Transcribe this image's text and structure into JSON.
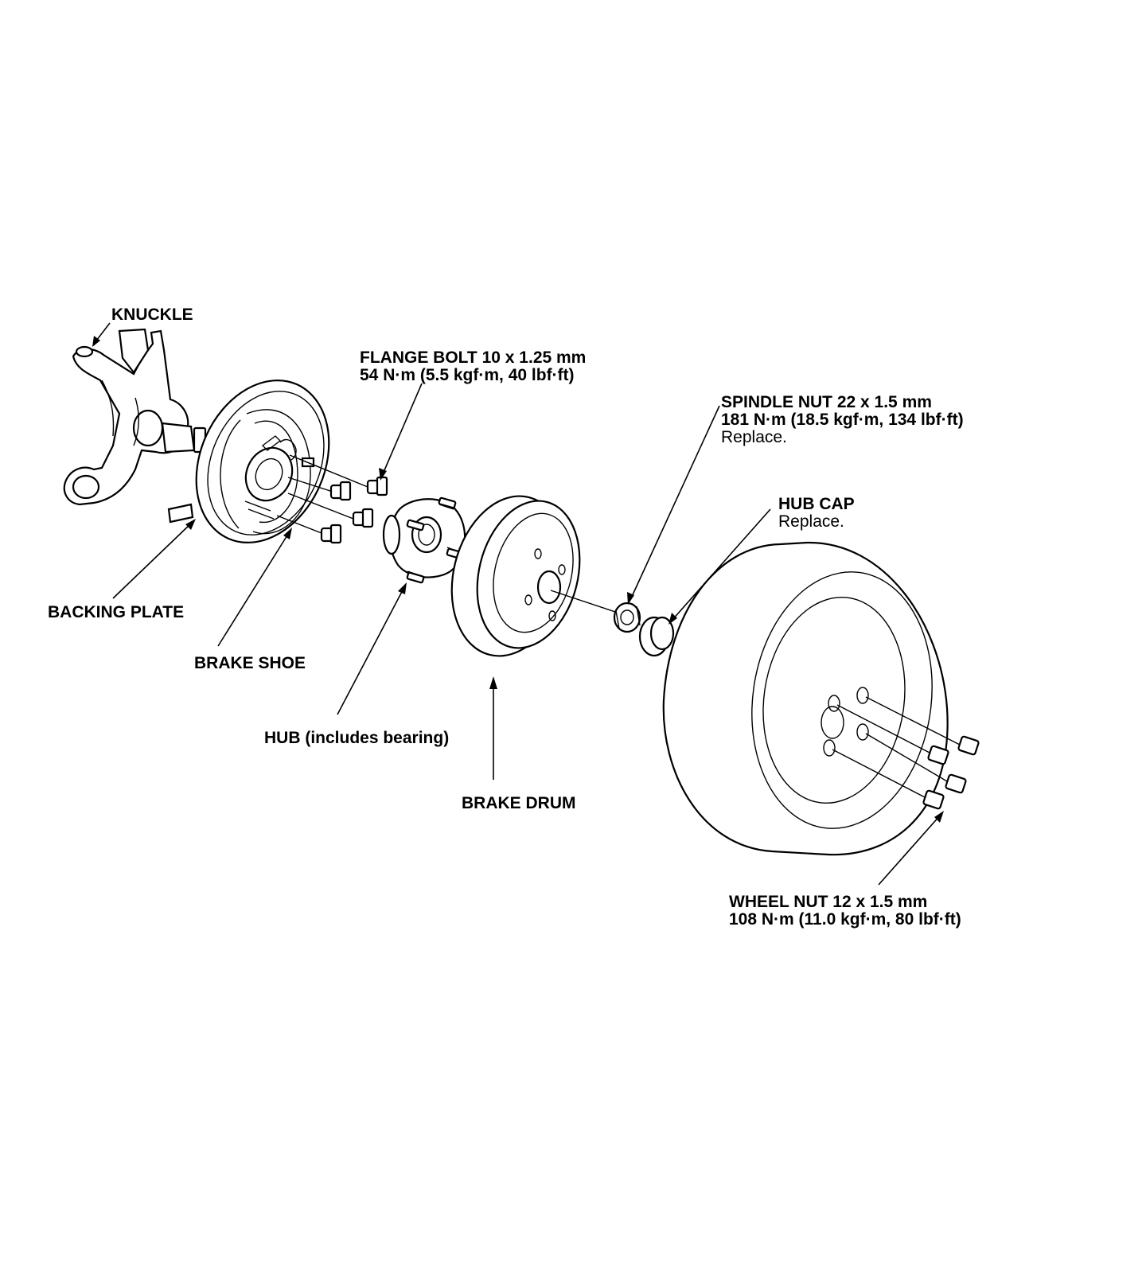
{
  "labels": {
    "knuckle": "KNUCKLE",
    "flange_bolt_name": "FLANGE BOLT 10 x 1.25 mm",
    "flange_bolt_torque": "54 N·m (5.5 kgf·m, 40 lbf·ft)",
    "spindle_nut_name": "SPINDLE NUT 22 x 1.5 mm",
    "spindle_nut_torque": "181 N·m (18.5 kgf·m, 134 lbf·ft)",
    "spindle_nut_note": "Replace.",
    "hub_cap_name": "HUB CAP",
    "hub_cap_note": "Replace.",
    "backing_plate": "BACKING PLATE",
    "brake_shoe": "BRAKE SHOE",
    "hub": "HUB (includes bearing)",
    "brake_drum": "BRAKE DRUM",
    "wheel_nut_name": "WHEEL NUT 12 x 1.5 mm",
    "wheel_nut_torque": "108 N·m (11.0 kgf·m, 80 lbf·ft)"
  }
}
